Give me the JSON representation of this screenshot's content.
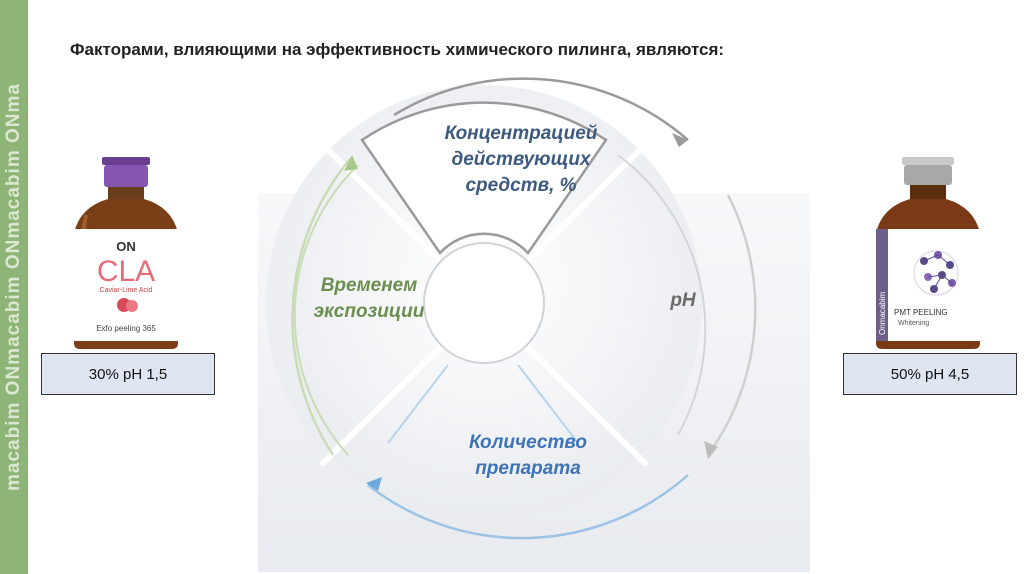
{
  "watermark": {
    "text": "macabim ONmacabim ONmacabim ONma"
  },
  "title": "Факторами, влияющими на эффективность химического пилинга, являются:",
  "diagram": {
    "segments": [
      {
        "label": "Концентрацией действующих средств, %",
        "color": "#3d5a80"
      },
      {
        "label": "pH",
        "color": "#6b6b6b"
      },
      {
        "label": "Количество препарата",
        "color": "#3f73b8"
      },
      {
        "label": "Временем экспозиции",
        "color": "#6b8e4e"
      }
    ]
  },
  "products": {
    "left": {
      "brand": "ON",
      "name": "CLA",
      "subtitle": "Caviar-Lime Acid",
      "caption": "Exfo peeling 365",
      "value": "30%  pH 1,5"
    },
    "right": {
      "brand": "Onmacabim",
      "caption_line1": "PMT PEELING",
      "caption_line2": "Whitening",
      "value": "50%  pH 4,5"
    }
  }
}
